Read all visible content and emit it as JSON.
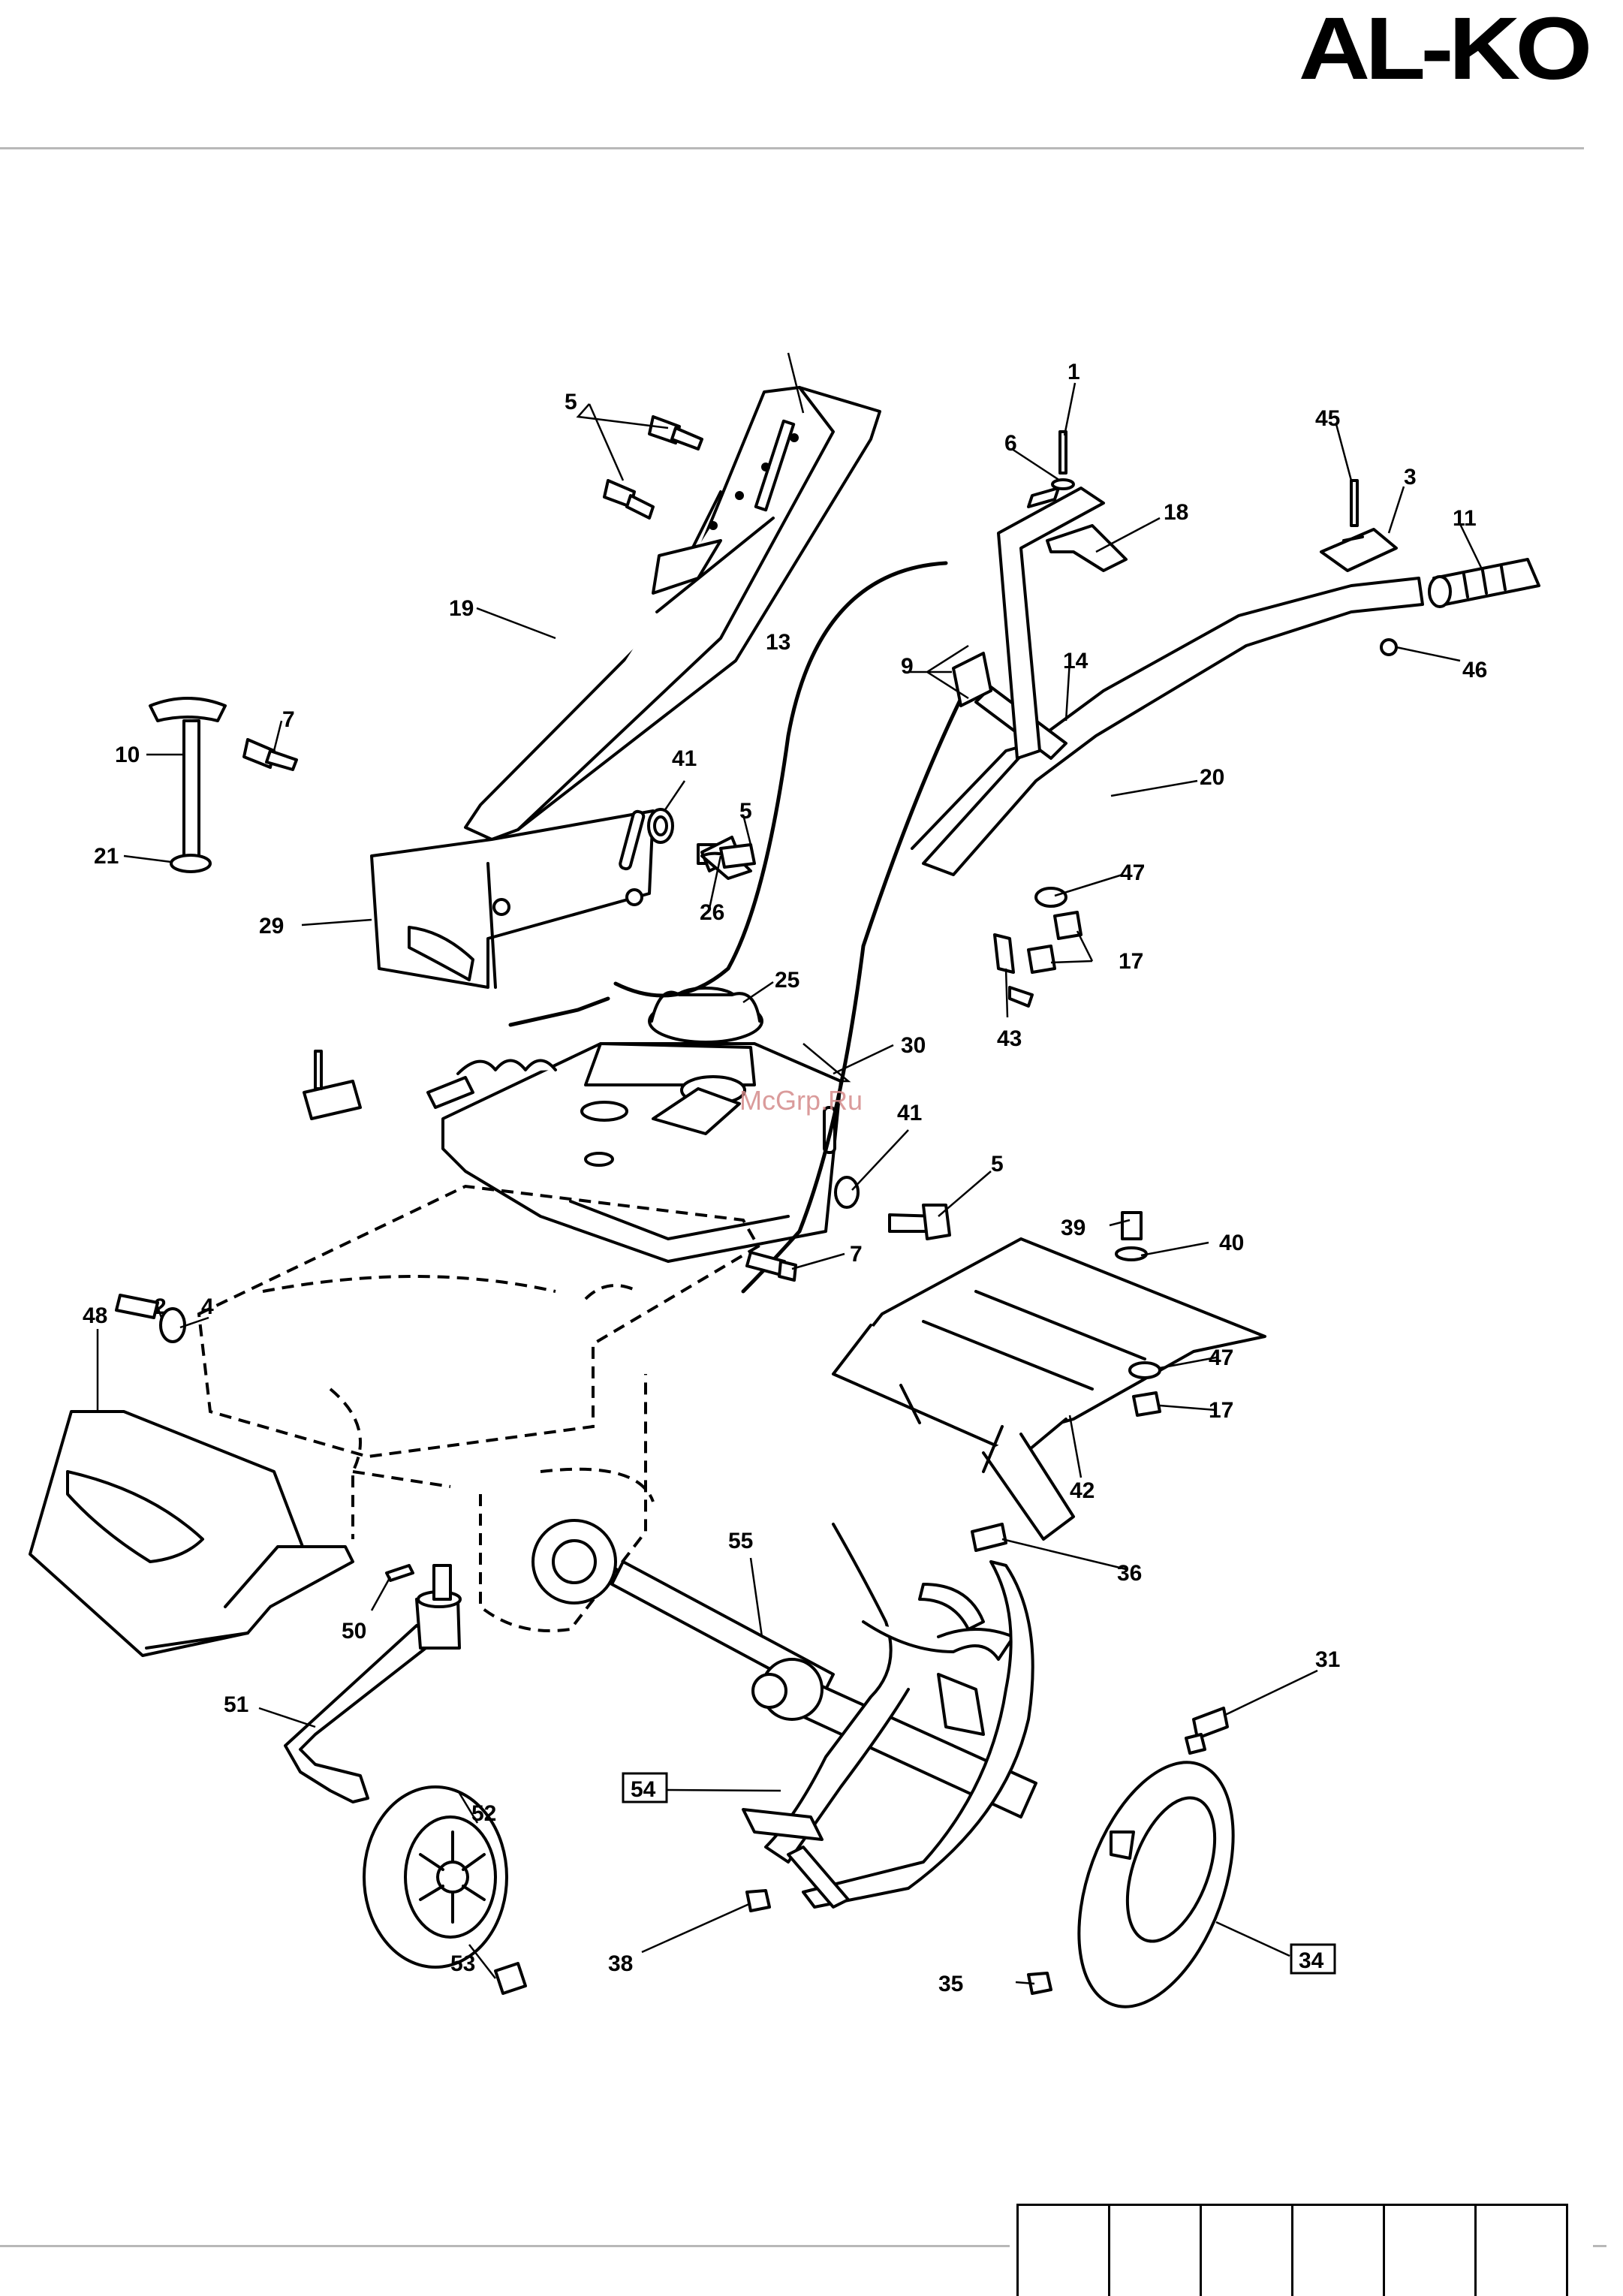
{
  "brand": {
    "logo_text": "AL-KO"
  },
  "watermark": "McGrp.Ru",
  "diagram": {
    "callouts": [
      {
        "id": "c1",
        "text": "1",
        "boxed": false
      },
      {
        "id": "c2",
        "text": "2",
        "boxed": false
      },
      {
        "id": "c3",
        "text": "3",
        "boxed": false
      },
      {
        "id": "c4",
        "text": "4",
        "boxed": false
      },
      {
        "id": "c5a",
        "text": "5",
        "boxed": false
      },
      {
        "id": "c5b",
        "text": "5",
        "boxed": false
      },
      {
        "id": "c5c",
        "text": "5",
        "boxed": false
      },
      {
        "id": "c6",
        "text": "6",
        "boxed": false
      },
      {
        "id": "c7a",
        "text": "7",
        "boxed": false
      },
      {
        "id": "c7b",
        "text": "7",
        "boxed": false
      },
      {
        "id": "c9",
        "text": "9",
        "boxed": false
      },
      {
        "id": "c10",
        "text": "10",
        "boxed": false
      },
      {
        "id": "c11",
        "text": "11",
        "boxed": false
      },
      {
        "id": "c13",
        "text": "13",
        "boxed": false
      },
      {
        "id": "c14",
        "text": "14",
        "boxed": false
      },
      {
        "id": "c17a",
        "text": "17",
        "boxed": false
      },
      {
        "id": "c17b",
        "text": "17",
        "boxed": false
      },
      {
        "id": "c18",
        "text": "18",
        "boxed": false
      },
      {
        "id": "c19",
        "text": "19",
        "boxed": false
      },
      {
        "id": "c20",
        "text": "20",
        "boxed": false
      },
      {
        "id": "c21",
        "text": "21",
        "boxed": false
      },
      {
        "id": "c25",
        "text": "25",
        "boxed": false
      },
      {
        "id": "c26",
        "text": "26",
        "boxed": false
      },
      {
        "id": "c29",
        "text": "29",
        "boxed": false
      },
      {
        "id": "c30",
        "text": "30",
        "boxed": false
      },
      {
        "id": "c31",
        "text": "31",
        "boxed": false
      },
      {
        "id": "c34",
        "text": "34",
        "boxed": true
      },
      {
        "id": "c35",
        "text": "35",
        "boxed": false
      },
      {
        "id": "c36",
        "text": "36",
        "boxed": false
      },
      {
        "id": "c38",
        "text": "38",
        "boxed": false
      },
      {
        "id": "c39",
        "text": "39",
        "boxed": false
      },
      {
        "id": "c40",
        "text": "40",
        "boxed": false
      },
      {
        "id": "c41a",
        "text": "41",
        "boxed": false
      },
      {
        "id": "c41b",
        "text": "41",
        "boxed": false
      },
      {
        "id": "c42",
        "text": "42",
        "boxed": false
      },
      {
        "id": "c43",
        "text": "43",
        "boxed": false
      },
      {
        "id": "c45",
        "text": "45",
        "boxed": false
      },
      {
        "id": "c46",
        "text": "46",
        "boxed": false
      },
      {
        "id": "c47a",
        "text": "47",
        "boxed": false
      },
      {
        "id": "c47b",
        "text": "47",
        "boxed": false
      },
      {
        "id": "c48",
        "text": "48",
        "boxed": false
      },
      {
        "id": "c50",
        "text": "50",
        "boxed": false
      },
      {
        "id": "c51",
        "text": "51",
        "boxed": false
      },
      {
        "id": "c52",
        "text": "52",
        "boxed": false
      },
      {
        "id": "c53",
        "text": "53",
        "boxed": false
      },
      {
        "id": "c54",
        "text": "54",
        "boxed": true
      },
      {
        "id": "c55",
        "text": "55",
        "boxed": false
      }
    ]
  },
  "footer": {
    "cells": [
      "",
      "",
      "",
      "",
      "",
      ""
    ]
  }
}
